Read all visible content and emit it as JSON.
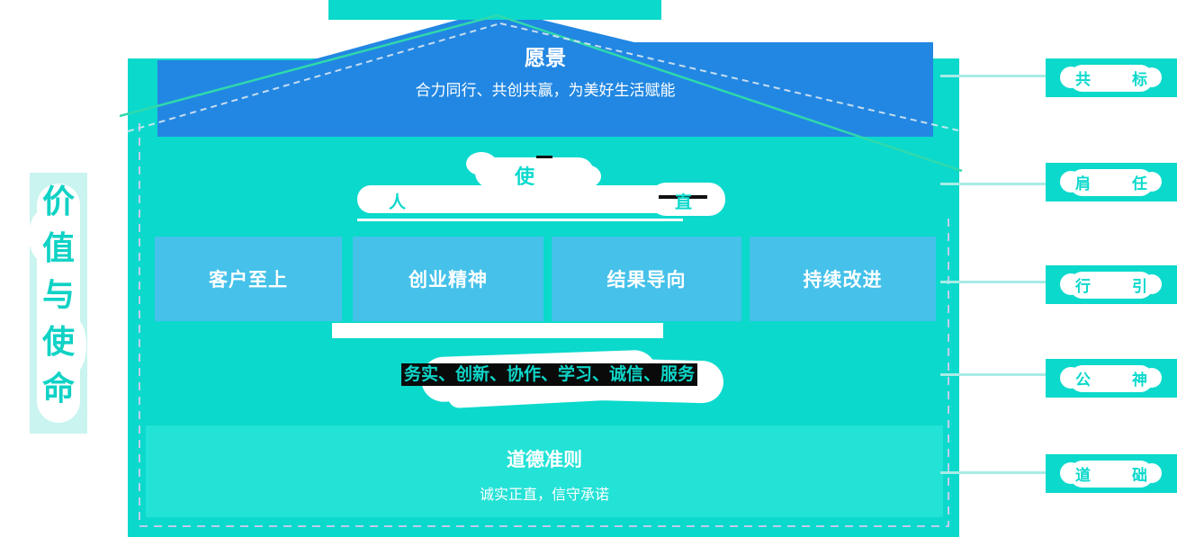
{
  "diagram": {
    "roof": {
      "title": "愿景",
      "subtitle": "合力同行、共创共赢，为美好生活赋能"
    },
    "mission_section": {
      "title_visible_char": "使",
      "subtitle_visible_start": "人",
      "subtitle_visible_end": "直"
    },
    "value_boxes": [
      "客户至上",
      "创业精神",
      "结果导向",
      "持续改进"
    ],
    "spirit_line": "务实、创新、协作、学习、诚信、服务",
    "ethics": {
      "title": "道德准则",
      "subtitle": "诚实正直，信守承诺"
    },
    "left_banner": {
      "chars": [
        "价",
        "值",
        "与",
        "使",
        "命"
      ]
    },
    "right_labels": [
      {
        "visible_start": "共",
        "visible_end": "标"
      },
      {
        "visible_start": "肩",
        "visible_end": "任"
      },
      {
        "visible_start": "行",
        "visible_end": "引"
      },
      {
        "visible_start": "公",
        "visible_end": "神"
      },
      {
        "visible_start": "道",
        "visible_end": "础"
      }
    ],
    "colors": {
      "body_teal": "#0bd9cc",
      "light_teal_box": "#23e2d6",
      "roof_blue": "#2287e2",
      "value_box_blue": "#45c1ea",
      "pale_banner": "#c9f4ef",
      "roof_line_green": "#2fd9ac",
      "connector": "#a8ece6",
      "dashed_border": "#d7c9ee"
    }
  }
}
